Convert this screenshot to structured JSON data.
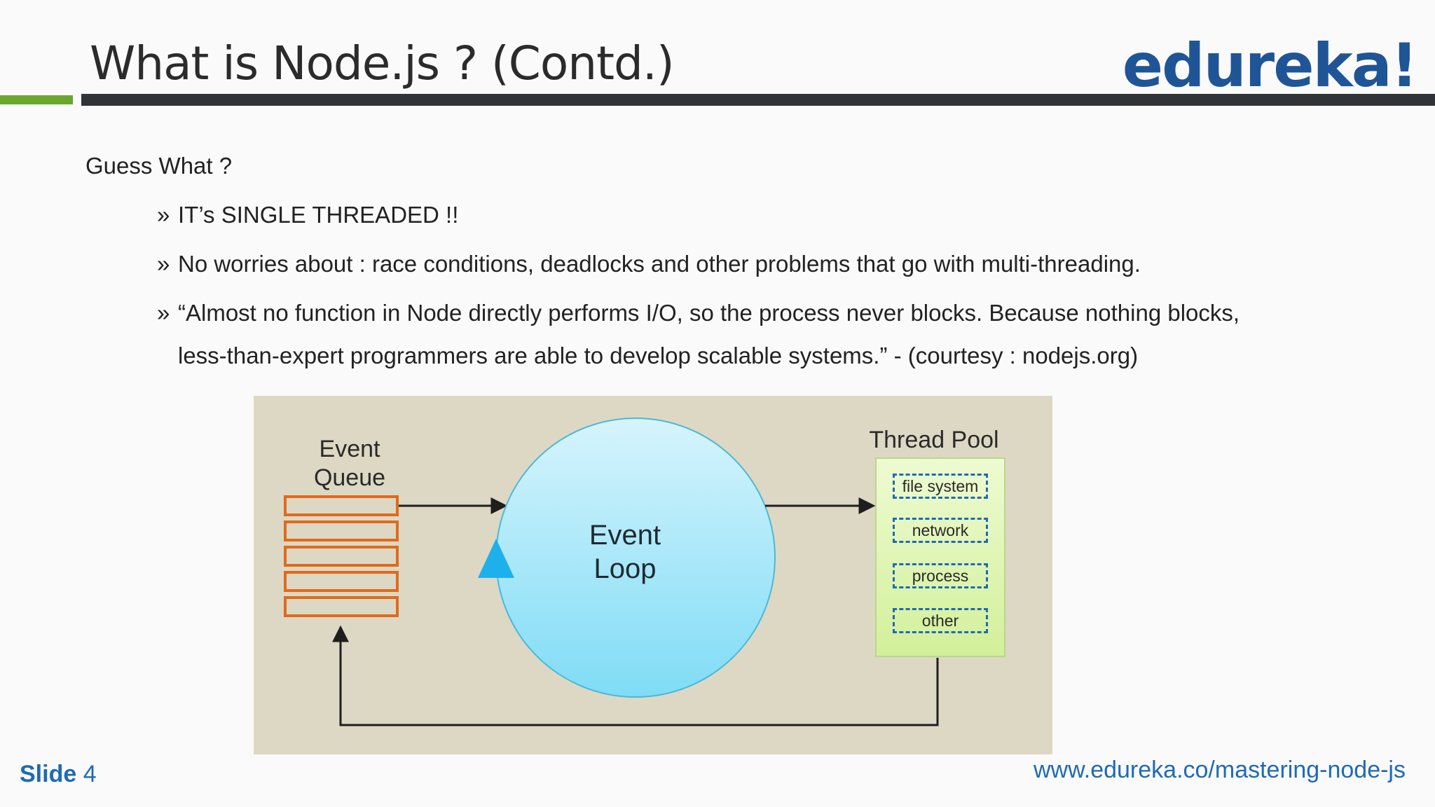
{
  "header": {
    "title": "What is Node.js ? (Contd.)",
    "logo_text": "edureka!"
  },
  "content": {
    "intro": "Guess What ?",
    "bullet_marker": "»",
    "bullets": [
      "IT’s SINGLE THREADED !!",
      "No worries about : race conditions, deadlocks and other problems that go with multi-threading.",
      "“Almost no function in Node directly performs I/O, so the process never blocks. Because nothing blocks,"
    ],
    "bullet_continuation": "less-than-expert programmers are able to develop scalable systems.” - (courtesy : nodejs.org)"
  },
  "diagram": {
    "event_queue_label_line1": "Event",
    "event_queue_label_line2": "Queue",
    "event_loop_label_line1": "Event",
    "event_loop_label_line2": "Loop",
    "thread_pool_label": "Thread Pool",
    "pool_items": [
      "file system",
      "network",
      "process",
      "other"
    ]
  },
  "footer": {
    "slide_word": "Slide",
    "slide_number": "4",
    "url": "www.edureka.co/mastering-node-js"
  },
  "colors": {
    "title_bar_accent": "#6aa72c",
    "title_bar_dark": "#303438",
    "logo": "#1f5596",
    "footer_text": "#1f6ab5",
    "diagram_background": "#ddd8c4",
    "queue_slots": "#e06a1c",
    "event_loop_fill": "#a8e6f8",
    "thread_pool_fill": "#d8f2a6",
    "pool_item_border": "#1f6ab5"
  }
}
